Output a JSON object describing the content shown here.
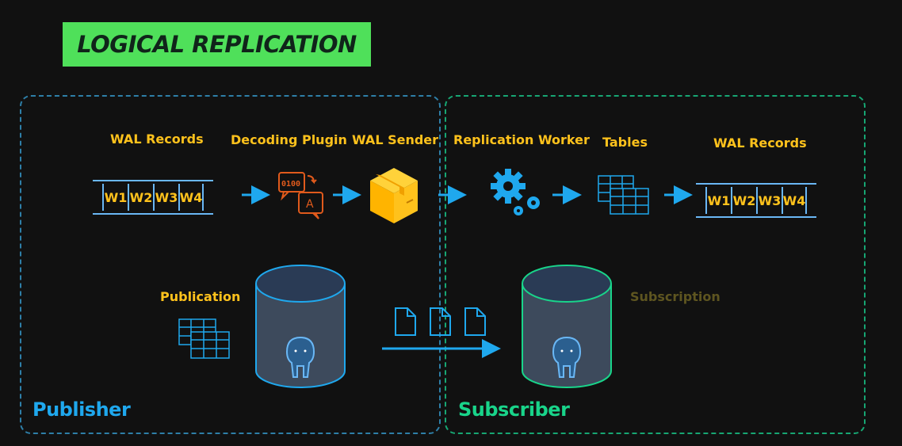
{
  "title": "LOGICAL REPLICATION",
  "publisher": {
    "label": "Publisher",
    "pipeline": [
      "WAL Records",
      "Decoding Plugin",
      "WAL Sender"
    ],
    "wal_cells": [
      "W1",
      "W2",
      "W3",
      "W4"
    ],
    "publication_label": "Publication"
  },
  "subscriber": {
    "label": "Subscriber",
    "pipeline": [
      "Replication Worker",
      "Tables",
      "WAL Records"
    ],
    "wal_cells": [
      "W1",
      "W2",
      "W3",
      "W4"
    ],
    "subscription_label": "Subscription"
  },
  "icons": {
    "decoding": "translate-icon",
    "sender": "package-icon",
    "worker": "gears-icon",
    "tables": "table-grid-icon",
    "database": "postgresql-elephant-icon",
    "document": "document-icon"
  },
  "colors": {
    "title_bg": "#4fe05a",
    "label_yellow": "#ffc21c",
    "arrow_blue": "#1fa8ee",
    "publisher": "#1fa8ee",
    "subscriber": "#19d48a"
  }
}
